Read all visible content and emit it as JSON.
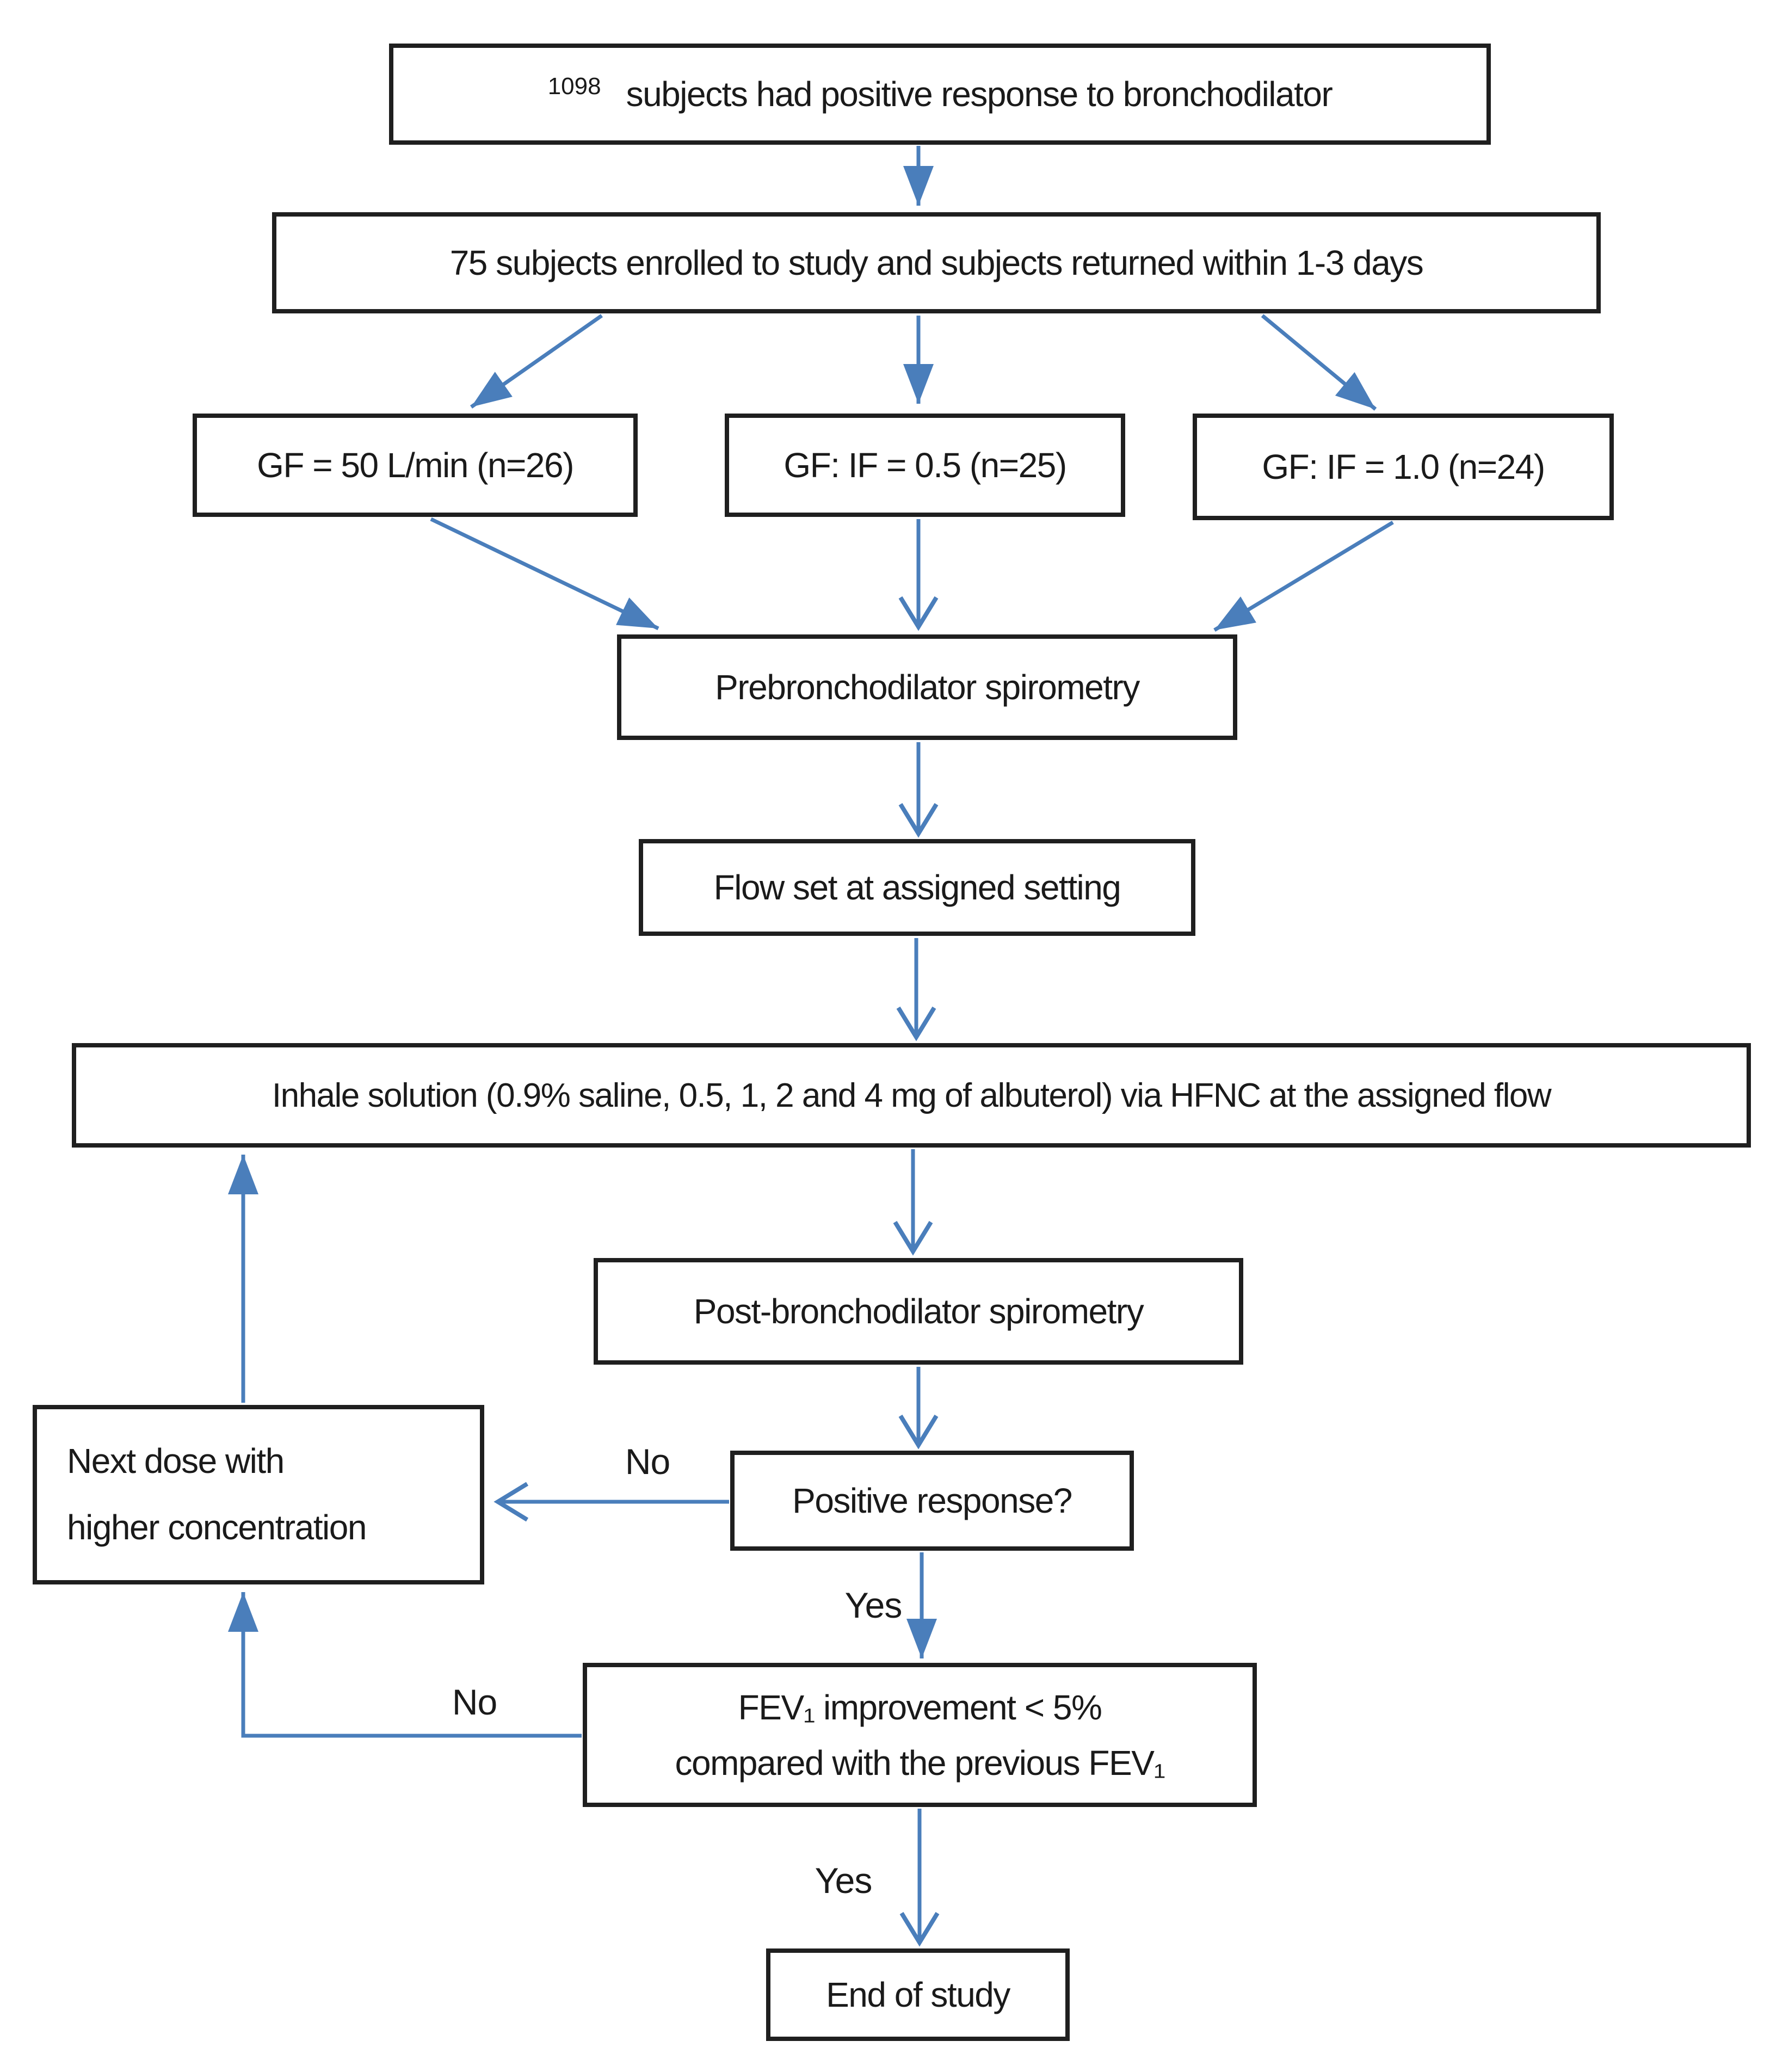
{
  "diagram": {
    "type": "flowchart",
    "accent_color": "#4a7ebb",
    "border_color": "#1f1f1f",
    "nodes": {
      "screened": {
        "prefix": "1098",
        "label": "subjects had positive response to bronchodilator"
      },
      "enrolled": {
        "label": "75 subjects enrolled to study and subjects returned within 1-3 days"
      },
      "arm_gf50": {
        "label": "GF = 50 L/min  (n=26)"
      },
      "arm_if05": {
        "label": "GF: IF = 0.5 (n=25)"
      },
      "arm_if10": {
        "label": "GF: IF = 1.0 (n=24)"
      },
      "pre_spirometry": {
        "label": "Prebronchodilator spirometry"
      },
      "flow_set": {
        "label": "Flow set at assigned setting"
      },
      "inhale": {
        "label": "Inhale solution (0.9% saline, 0.5, 1, 2 and 4 mg of albuterol) via HFNC at the assigned flow"
      },
      "post_spirometry": {
        "label": "Post-bronchodilator spirometry"
      },
      "positive_response": {
        "label": "Positive response?"
      },
      "next_dose": {
        "line1": "Next dose with",
        "line2": "higher concentration"
      },
      "fev1_check": {
        "line1": "FEV₁ improvement < 5%",
        "line2": "compared with the previous FEV₁"
      },
      "end_of_study": {
        "label": "End of study"
      }
    },
    "labels": {
      "no_positive": "No",
      "yes_positive": "Yes",
      "no_fev": "No",
      "yes_fev": "Yes"
    },
    "edges": [
      {
        "from": "screened",
        "to": "enrolled",
        "label": ""
      },
      {
        "from": "enrolled",
        "to": "arm_gf50",
        "label": ""
      },
      {
        "from": "enrolled",
        "to": "arm_if05",
        "label": ""
      },
      {
        "from": "enrolled",
        "to": "arm_if10",
        "label": ""
      },
      {
        "from": "arm_gf50",
        "to": "pre_spirometry",
        "label": ""
      },
      {
        "from": "arm_if05",
        "to": "pre_spirometry",
        "label": ""
      },
      {
        "from": "arm_if10",
        "to": "pre_spirometry",
        "label": ""
      },
      {
        "from": "pre_spirometry",
        "to": "flow_set",
        "label": ""
      },
      {
        "from": "flow_set",
        "to": "inhale",
        "label": ""
      },
      {
        "from": "inhale",
        "to": "post_spirometry",
        "label": ""
      },
      {
        "from": "post_spirometry",
        "to": "positive_response",
        "label": ""
      },
      {
        "from": "positive_response",
        "to": "next_dose",
        "label": "No"
      },
      {
        "from": "positive_response",
        "to": "fev1_check",
        "label": "Yes"
      },
      {
        "from": "fev1_check",
        "to": "next_dose",
        "label": "No"
      },
      {
        "from": "fev1_check",
        "to": "end_of_study",
        "label": "Yes"
      },
      {
        "from": "next_dose",
        "to": "inhale",
        "label": ""
      }
    ]
  }
}
